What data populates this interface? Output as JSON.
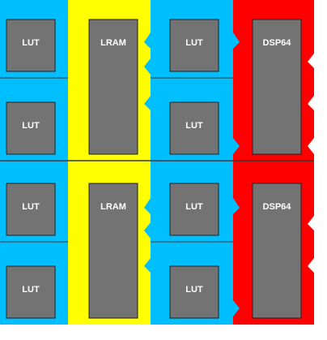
{
  "colors": {
    "lut_column": "#00bfff",
    "lram_column": "#ffff00",
    "dsp_column": "#ff0000",
    "block_fill": "#737373",
    "block_border": "#222222",
    "divider": "#333333",
    "label": "#ffffff"
  },
  "tiles": [
    {
      "column_0_blocks": [
        {
          "label": "LUT"
        },
        {
          "label": "LUT"
        }
      ],
      "column_1_block": {
        "label": "LRAM"
      },
      "column_2_blocks": [
        {
          "label": "LUT"
        },
        {
          "label": "LUT"
        }
      ],
      "column_3_block": {
        "label": "DSP64"
      }
    },
    {
      "column_0_blocks": [
        {
          "label": "LUT"
        },
        {
          "label": "LUT"
        }
      ],
      "column_1_block": {
        "label": "LRAM"
      },
      "column_2_blocks": [
        {
          "label": "LUT"
        },
        {
          "label": "LUT"
        }
      ],
      "column_3_block": {
        "label": "DSP64"
      }
    }
  ]
}
